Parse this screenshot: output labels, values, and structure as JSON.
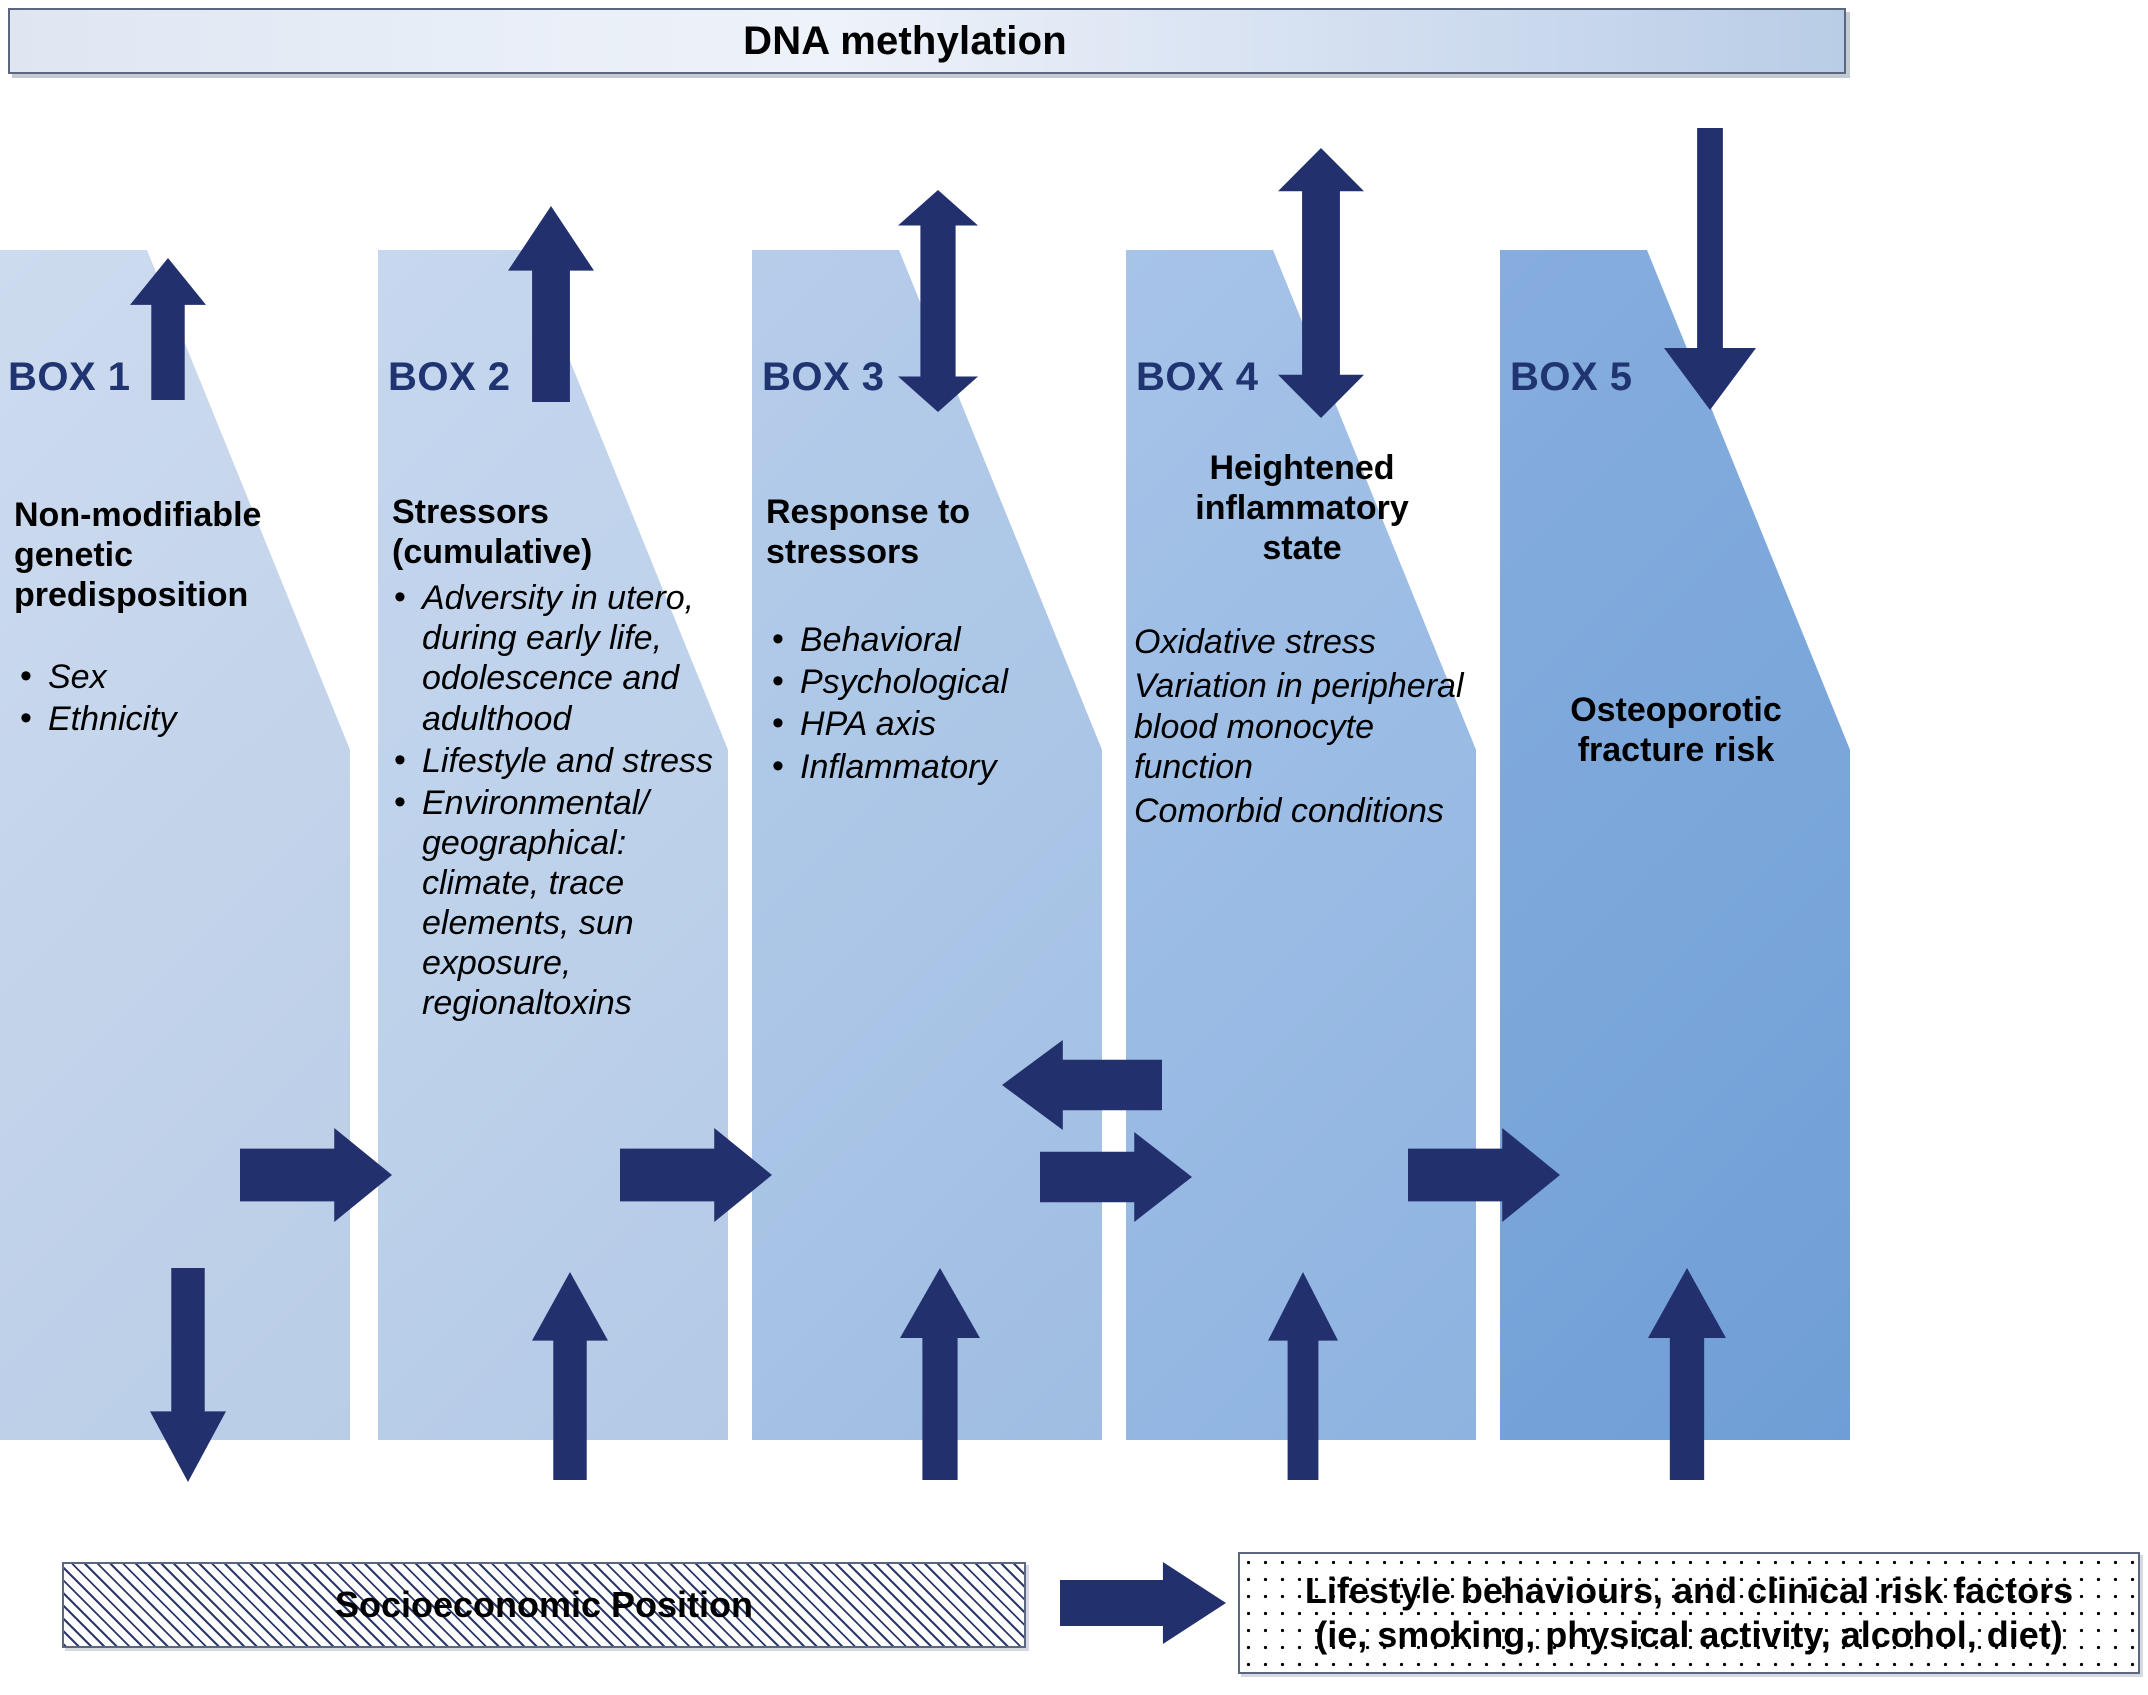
{
  "title": {
    "text": "DNA methylation"
  },
  "boxes": [
    {
      "id": "box1",
      "label": "BOX 1",
      "heading": "Non-modifiable genetic predisposition",
      "heading_lines": [
        "Non-modifiable",
        "genetic",
        "predisposition"
      ],
      "items": [
        "Sex",
        "Ethnicity"
      ],
      "paragraphs": [],
      "fill": "#c5d5ec"
    },
    {
      "id": "box2",
      "label": "BOX 2",
      "heading": "Stressors (cumulative)",
      "heading_lines": [
        "Stressors",
        "(cumulative)"
      ],
      "items": [
        "Adversity in utero, during early life, odolescence and adulthood",
        "Lifestyle and stress",
        "Environmental/ geographical: climate, trace elements, sun exposure, regionaltoxins"
      ],
      "paragraphs": [],
      "fill": "#bed2ec"
    },
    {
      "id": "box3",
      "label": "BOX 3",
      "heading": "Response to stressors",
      "heading_lines": [
        "Response to",
        "stressors"
      ],
      "items": [
        "Behavioral",
        "Psychological",
        "HPA axis",
        "Inflammatory"
      ],
      "paragraphs": [],
      "fill": "#aac6e8"
    },
    {
      "id": "box4",
      "label": "BOX 4",
      "heading": "Heightened inflammatory state",
      "heading_lines": [
        "Heightened",
        "inflammatory",
        "state"
      ],
      "items": [],
      "paragraphs": [
        "Oxidative stress",
        "Variation in peripheral blood monocyte function",
        "Comorbid conditions"
      ],
      "fill": "#9bbde6"
    },
    {
      "id": "box5",
      "label": "BOX 5",
      "heading": "Osteoporotic fracture risk",
      "heading_lines": [
        "Osteoporotic",
        "fracture risk"
      ],
      "items": [],
      "paragraphs": [],
      "fill": "#7ba7da"
    }
  ],
  "bottom": {
    "socioeconomic": {
      "text": "Socioeconomic Position"
    },
    "lifestyle": {
      "lines": [
        "Lifestyle behaviours, and clinical risk factors",
        "(ie, smoking, physical activity, alcohol, diet)"
      ]
    }
  },
  "colors": {
    "arrow": "#22306e",
    "box_label": "#1f3470",
    "title_border": "#5b6780"
  },
  "arrows": [
    {
      "name": "box1-to-methylation",
      "direction": "up"
    },
    {
      "name": "box2-to-methylation",
      "direction": "up"
    },
    {
      "name": "box3-methylation-bidirectional",
      "direction": "up-down"
    },
    {
      "name": "box4-methylation-bidirectional",
      "direction": "up-down"
    },
    {
      "name": "methylation-to-box5",
      "direction": "down"
    },
    {
      "name": "box1-to-box2",
      "direction": "right"
    },
    {
      "name": "box2-to-box3",
      "direction": "right"
    },
    {
      "name": "box4-to-box3",
      "direction": "left"
    },
    {
      "name": "box3-to-box4",
      "direction": "right"
    },
    {
      "name": "box4-to-box5",
      "direction": "right"
    },
    {
      "name": "box1-to-socioeconomic",
      "direction": "down"
    },
    {
      "name": "socioeconomic-to-box2",
      "direction": "up"
    },
    {
      "name": "socioeconomic-to-box3",
      "direction": "up"
    },
    {
      "name": "lifestyle-to-box4",
      "direction": "up"
    },
    {
      "name": "lifestyle-to-box5",
      "direction": "up"
    },
    {
      "name": "socioeconomic-to-lifestyle",
      "direction": "right"
    }
  ]
}
